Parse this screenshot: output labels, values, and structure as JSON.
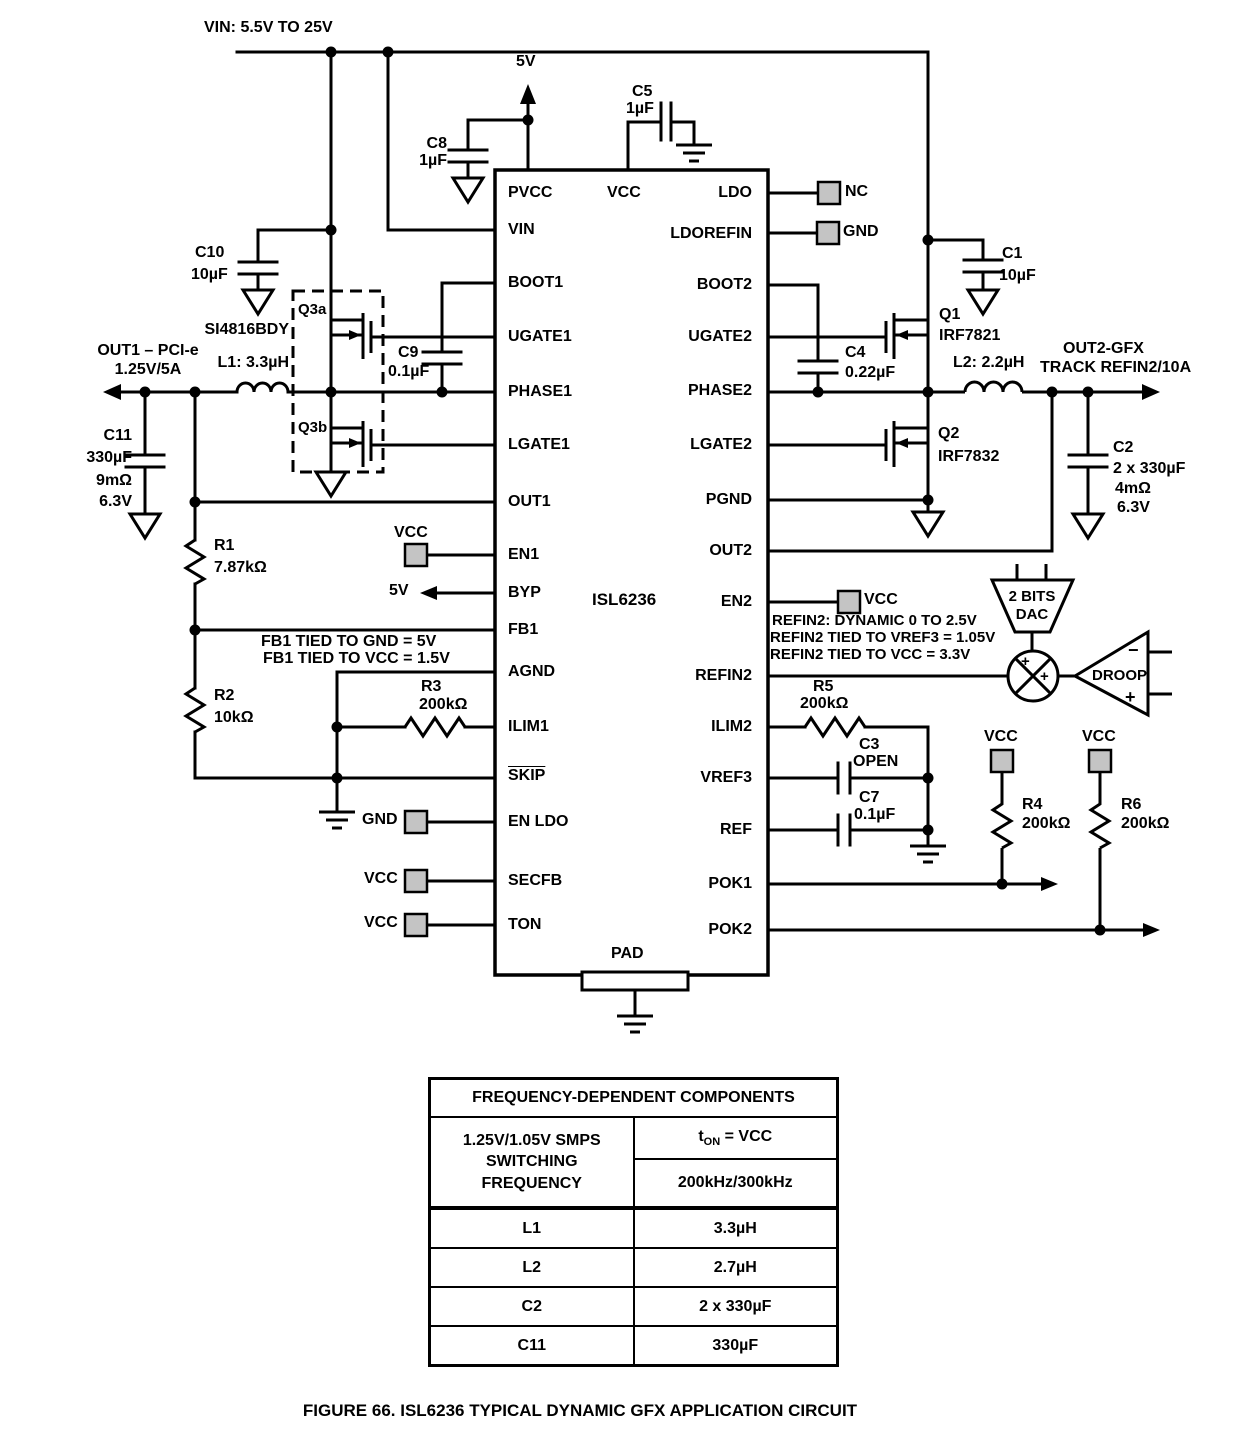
{
  "figure": {
    "caption": "FIGURE 66. ISL6236 TYPICAL DYNAMIC GFX APPLICATION CIRCUIT"
  },
  "ic": {
    "name": "ISL6236",
    "pins": {
      "pvcc": "PVCC",
      "vcc": "VCC",
      "vin": "VIN",
      "boot1": "BOOT1",
      "ugate1": "UGATE1",
      "phase1": "PHASE1",
      "lgate1": "LGATE1",
      "out1": "OUT1",
      "en1": "EN1",
      "byp": "BYP",
      "fb1": "FB1",
      "agnd": "AGND",
      "ilim1": "ILIM1",
      "skip": "SKIP",
      "en_ldo": "EN LDO",
      "secfb": "SECFB",
      "ton": "TON",
      "pad": "PAD",
      "ldo": "LDO",
      "ldorefin": "LDOREFIN",
      "boot2": "BOOT2",
      "ugate2": "UGATE2",
      "phase2": "PHASE2",
      "lgate2": "LGATE2",
      "pgnd": "PGND",
      "out2": "OUT2",
      "en2": "EN2",
      "refin2": "REFIN2",
      "ilim2": "ILIM2",
      "vref3": "VREF3",
      "ref": "REF",
      "pok1": "POK1",
      "pok2": "POK2"
    }
  },
  "nets": {
    "vin_rail": "VIN: 5.5V TO 25V",
    "supply_5v": "5V",
    "out1_line1": "OUT1 – PCI-e",
    "out1_line2": "1.25V/5A",
    "out2_line1": "OUT2-GFX",
    "out2_line2": "TRACK REFIN2/10A",
    "nc": "NC",
    "gnd": "GND",
    "vcc": "VCC"
  },
  "notes": {
    "fb1_1": "FB1 TIED TO GND = 5V",
    "fb1_2": "FB1 TIED TO VCC = 1.5V",
    "refin2_1": "REFIN2: DYNAMIC 0 TO 2.5V",
    "refin2_2": "REFIN2 TIED TO VREF3 = 1.05V",
    "refin2_3": "REFIN2 TIED TO VCC = 3.3V"
  },
  "blocks": {
    "dac_line1": "2 BITS",
    "dac_line2": "DAC",
    "droop": "DROOP",
    "droop_minus": "−",
    "droop_plus": "+",
    "mixer_plus": "+"
  },
  "components": {
    "c1": {
      "ref": "C1",
      "val": "10µF"
    },
    "c2": {
      "ref": "C2",
      "val": "2 x 330µF",
      "esr": "4mΩ",
      "volt": "6.3V"
    },
    "c3": {
      "ref": "C3",
      "val": "OPEN"
    },
    "c4": {
      "ref": "C4",
      "val": "0.22µF"
    },
    "c5": {
      "ref": "C5",
      "val": "1µF"
    },
    "c7": {
      "ref": "C7",
      "val": "0.1µF"
    },
    "c8": {
      "ref": "C8",
      "val": "1µF"
    },
    "c9": {
      "ref": "C9",
      "val": "0.1µF"
    },
    "c10": {
      "ref": "C10",
      "val": "10µF"
    },
    "c11": {
      "ref": "C11",
      "val": "330µF",
      "esr": "9mΩ",
      "volt": "6.3V"
    },
    "r1": {
      "ref": "R1",
      "val": "7.87kΩ"
    },
    "r2": {
      "ref": "R2",
      "val": "10kΩ"
    },
    "r3": {
      "ref": "R3",
      "val": "200kΩ"
    },
    "r4": {
      "ref": "R4",
      "val": "200kΩ"
    },
    "r5": {
      "ref": "R5",
      "val": "200kΩ"
    },
    "r6": {
      "ref": "R6",
      "val": "200kΩ"
    },
    "l1": {
      "ref": "L1: 3.3µH"
    },
    "l2": {
      "ref": "L2: 2.2µH"
    },
    "q1": {
      "ref": "Q1",
      "part": "IRF7821"
    },
    "q2": {
      "ref": "Q2",
      "part": "IRF7832"
    },
    "q3a": {
      "ref": "Q3a"
    },
    "q3b": {
      "ref": "Q3b"
    },
    "q3_part": "SI4816BDY"
  },
  "table": {
    "title": "FREQUENCY-DEPENDENT COMPONENTS",
    "col1_line1": "1.25V/1.05V SMPS",
    "col1_line2": "SWITCHING",
    "col1_line3": "FREQUENCY",
    "ton_pre": "t",
    "ton_sub": "ON",
    "ton_post": " = VCC",
    "freq": "200kHz/300kHz",
    "rows": [
      [
        "L1",
        "3.3µH"
      ],
      [
        "L2",
        "2.7µH"
      ],
      [
        "C2",
        "2 x 330µF"
      ],
      [
        "C11",
        "330µF"
      ]
    ]
  }
}
